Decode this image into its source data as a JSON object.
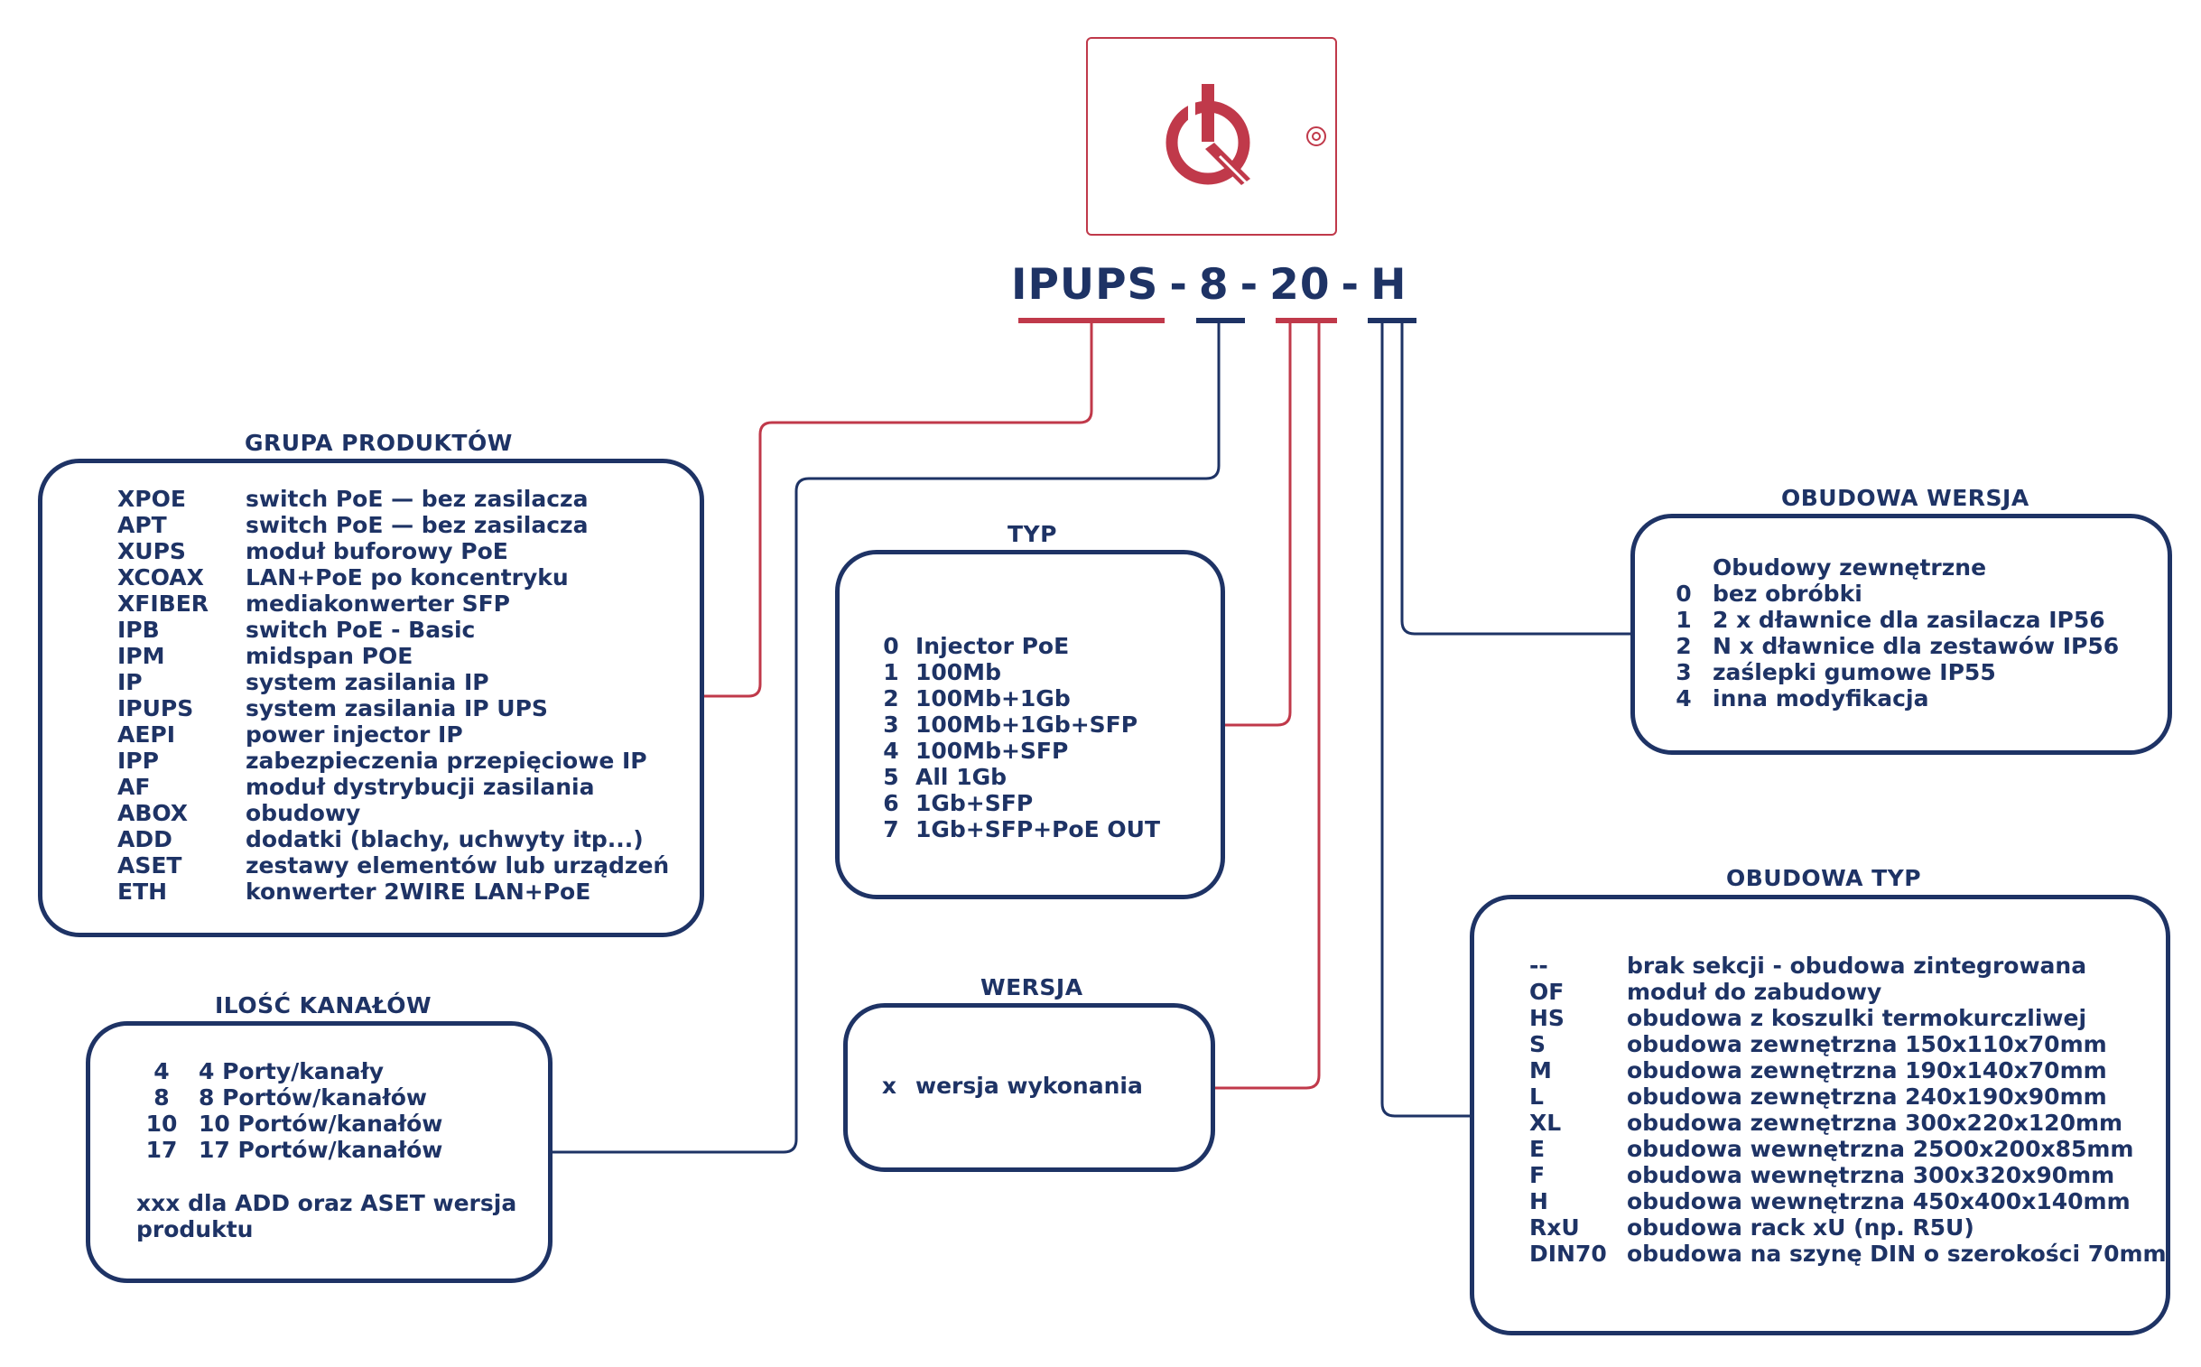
{
  "colors": {
    "navy": "#1e3365",
    "red": "#c0394a"
  },
  "device": {
    "logo_icon": "power-q-logo-icon"
  },
  "code": {
    "p1": "IPUPS",
    "p2": "8",
    "p3": "20",
    "p4": "H",
    "sep": "-"
  },
  "grupa": {
    "title": "GRUPA PRODUKTÓW",
    "items": [
      {
        "code": "XPOE",
        "desc": "switch PoE — bez zasilacza"
      },
      {
        "code": "APT",
        "desc": "switch PoE — bez zasilacza"
      },
      {
        "code": "XUPS",
        "desc": "moduł buforowy PoE"
      },
      {
        "code": "XCOAX",
        "desc": "LAN+PoE po koncentryku"
      },
      {
        "code": "XFIBER",
        "desc": "mediakonwerter SFP"
      },
      {
        "code": "IPB",
        "desc": "switch PoE - Basic"
      },
      {
        "code": "IPM",
        "desc": "midspan POE"
      },
      {
        "code": "IP",
        "desc": "system zasilania IP"
      },
      {
        "code": "IPUPS",
        "desc": "system zasilania IP UPS"
      },
      {
        "code": "AEPI",
        "desc": "power injector IP"
      },
      {
        "code": "IPP",
        "desc": "zabezpieczenia przepięciowe IP"
      },
      {
        "code": "AF",
        "desc": "moduł dystrybucji zasilania"
      },
      {
        "code": "ABOX",
        "desc": "obudowy"
      },
      {
        "code": "ADD",
        "desc": "dodatki (blachy, uchwyty itp...)"
      },
      {
        "code": "ASET",
        "desc": "zestawy elementów lub urządzeń"
      },
      {
        "code": "ETH",
        "desc": "konwerter 2WIRE LAN+PoE"
      }
    ]
  },
  "kanaly": {
    "title": "ILOŚĆ KANAŁÓW",
    "items": [
      {
        "code": "4",
        "desc": "4 Porty/kanały"
      },
      {
        "code": "8",
        "desc": "8 Portów/kanałów"
      },
      {
        "code": "10",
        "desc": "10 Portów/kanałów"
      },
      {
        "code": "17",
        "desc": "17 Portów/kanałów"
      }
    ],
    "note_line1": "xxx dla ADD oraz ASET wersja",
    "note_line2": "produktu"
  },
  "typ": {
    "title": "TYP",
    "items": [
      {
        "code": "0",
        "desc": "Injector PoE"
      },
      {
        "code": "1",
        "desc": "100Mb"
      },
      {
        "code": "2",
        "desc": "100Mb+1Gb"
      },
      {
        "code": "3",
        "desc": "100Mb+1Gb+SFP"
      },
      {
        "code": "4",
        "desc": "100Mb+SFP"
      },
      {
        "code": "5",
        "desc": "All 1Gb"
      },
      {
        "code": "6",
        "desc": "1Gb+SFP"
      },
      {
        "code": "7",
        "desc": "1Gb+SFP+PoE OUT"
      }
    ]
  },
  "wersja": {
    "title": "WERSJA",
    "items": [
      {
        "code": "x",
        "desc": "wersja wykonania"
      }
    ]
  },
  "obudowa_wersja": {
    "title": "OBUDOWA WERSJA",
    "header": "Obudowy zewnętrzne",
    "items": [
      {
        "code": "0",
        "desc": "bez obróbki"
      },
      {
        "code": "1",
        "desc": "2 x dławnice dla zasilacza IP56"
      },
      {
        "code": "2",
        "desc": "N x dławnice dla zestawów IP56"
      },
      {
        "code": "3",
        "desc": "zaślepki gumowe IP55"
      },
      {
        "code": "4",
        "desc": "inna modyfikacja"
      }
    ]
  },
  "obudowa_typ": {
    "title": "OBUDOWA TYP",
    "items": [
      {
        "code": "--",
        "desc": "brak sekcji - obudowa zintegrowana"
      },
      {
        "code": "OF",
        "desc": "moduł do zabudowy"
      },
      {
        "code": "HS",
        "desc": "obudowa z koszulki termokurczliwej"
      },
      {
        "code": "S",
        "desc": "obudowa zewnętrzna 150x110x70mm"
      },
      {
        "code": "M",
        "desc": "obudowa zewnętrzna 190x140x70mm"
      },
      {
        "code": "L",
        "desc": "obudowa zewnętrzna 240x190x90mm"
      },
      {
        "code": "XL",
        "desc": "obudowa zewnętrzna 300x220x120mm"
      },
      {
        "code": "E",
        "desc": "obudowa wewnętrzna 25O0x200x85mm"
      },
      {
        "code": "F",
        "desc": "obudowa wewnętrzna 300x320x90mm"
      },
      {
        "code": "H",
        "desc": "obudowa wewnętrzna 450x400x140mm"
      },
      {
        "code": "RxU",
        "desc": "obudowa rack xU (np. R5U)"
      },
      {
        "code": "DIN70",
        "desc": "obudowa na szynę DIN o szerokości 70mm"
      }
    ]
  }
}
